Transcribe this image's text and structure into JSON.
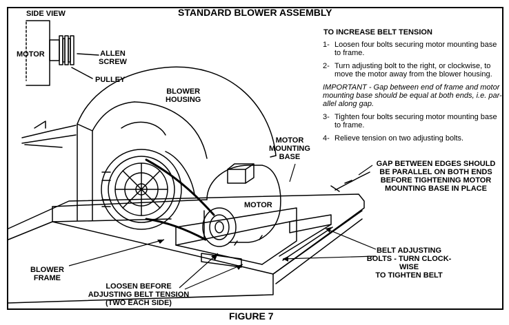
{
  "title": "STANDARD BLOWER ASSEMBLY",
  "caption": "FIGURE 7",
  "side_view": {
    "heading": "SIDE VIEW",
    "motor": "MOTOR",
    "allen_screw": [
      "ALLEN",
      "SCREW"
    ],
    "pulley": "PULLEY"
  },
  "instructions": {
    "heading": "TO INCREASE BELT TENSION",
    "steps": [
      {
        "num": "1-",
        "lines": [
          "Loosen four bolts securing motor mounting base",
          "to frame."
        ]
      },
      {
        "num": "2-",
        "lines": [
          "Turn adjusting bolt to the right, or clockwise, to",
          "move the motor away from the blower housing."
        ]
      },
      {
        "num": "3-",
        "lines": [
          "Tighten four bolts securing motor mounting base",
          "to frame."
        ]
      },
      {
        "num": "4-",
        "lines": [
          "Relieve tension on two adjusting bolts."
        ]
      }
    ],
    "important": [
      "IMPORTANT - Gap between end of frame and motor",
      "mounting base should be equal at both ends, i.e. par-",
      "allel along gap."
    ]
  },
  "labels": {
    "blower_housing": [
      "BLOWER",
      "HOUSING"
    ],
    "motor_mounting_base": [
      "MOTOR",
      "MOUNTING",
      "BASE"
    ],
    "motor": "MOTOR",
    "gap_note": [
      "GAP BETWEEN EDGES SHOULD",
      "BE PARALLEL ON BOTH ENDS",
      "BEFORE TIGHTENING MOTOR",
      "MOUNTING BASE IN PLACE"
    ],
    "blower_frame": [
      "BLOWER",
      "FRAME"
    ],
    "loosen_note": [
      "LOOSEN BEFORE",
      "ADJUSTING BELT TENSION",
      "(TWO EACH SIDE)"
    ],
    "belt_adjusting": [
      "BELT ADJUSTING",
      "BOLTS - TURN CLOCK-",
      "WISE",
      "TO TIGHTEN BELT"
    ]
  }
}
